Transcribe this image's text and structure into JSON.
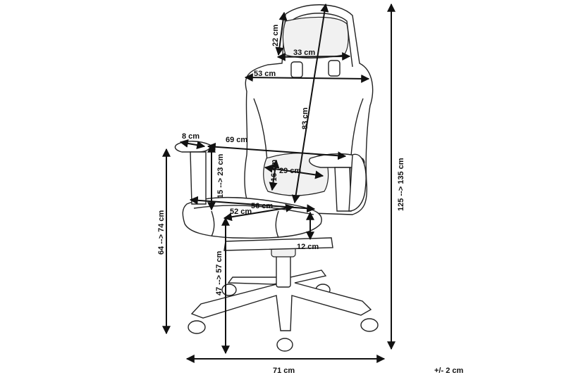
{
  "measurements": {
    "headrest_height": "22 cm",
    "headrest_width": "33 cm",
    "backrest_width": "53 cm",
    "backrest_height": "83 cm",
    "armrest_width": "8 cm",
    "armrest_span": "69 cm",
    "armrest_height_range": "15 --> 23 cm",
    "lumbar_height": "16 cm",
    "lumbar_width": "29 cm",
    "seat_width": "56 cm",
    "seat_depth": "52 cm",
    "seat_thickness": "12 cm",
    "total_height_range": "125 --> 135 cm",
    "armrest_floor_height_range": "64 --> 74 cm",
    "seat_floor_height_range": "47 --> 57 cm",
    "base_width": "71 cm",
    "tolerance": "+/- 2 cm"
  }
}
